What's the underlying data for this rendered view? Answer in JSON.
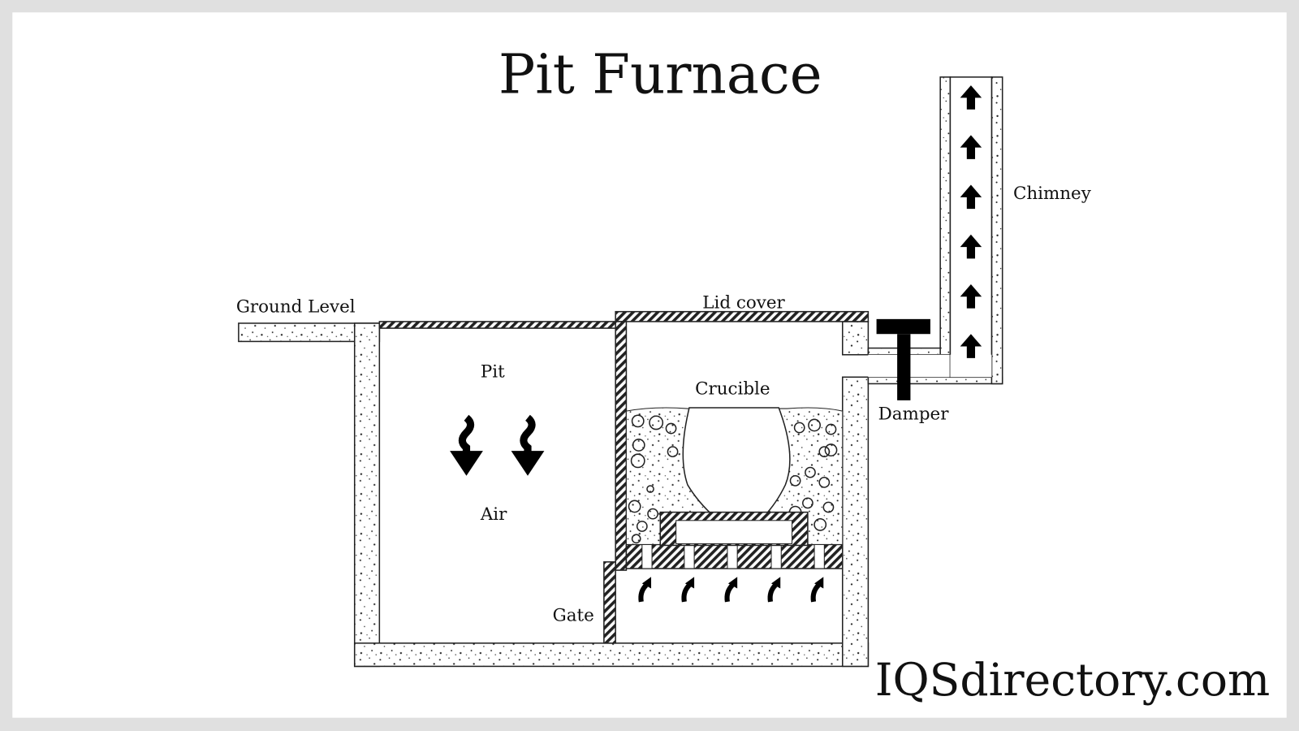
{
  "title": "Pit Furnace",
  "labels": {
    "ground_level": "Ground Level",
    "lid_cover": "Lid cover",
    "pit": "Pit",
    "air": "Air",
    "gate": "Gate",
    "crucible": "Crucible",
    "damper": "Damper",
    "chimney": "Chimney"
  },
  "brand": "IQSdirectory.com",
  "colors": {
    "background": "#e0e0e0",
    "panel": "#ffffff",
    "ink": "#111111"
  }
}
